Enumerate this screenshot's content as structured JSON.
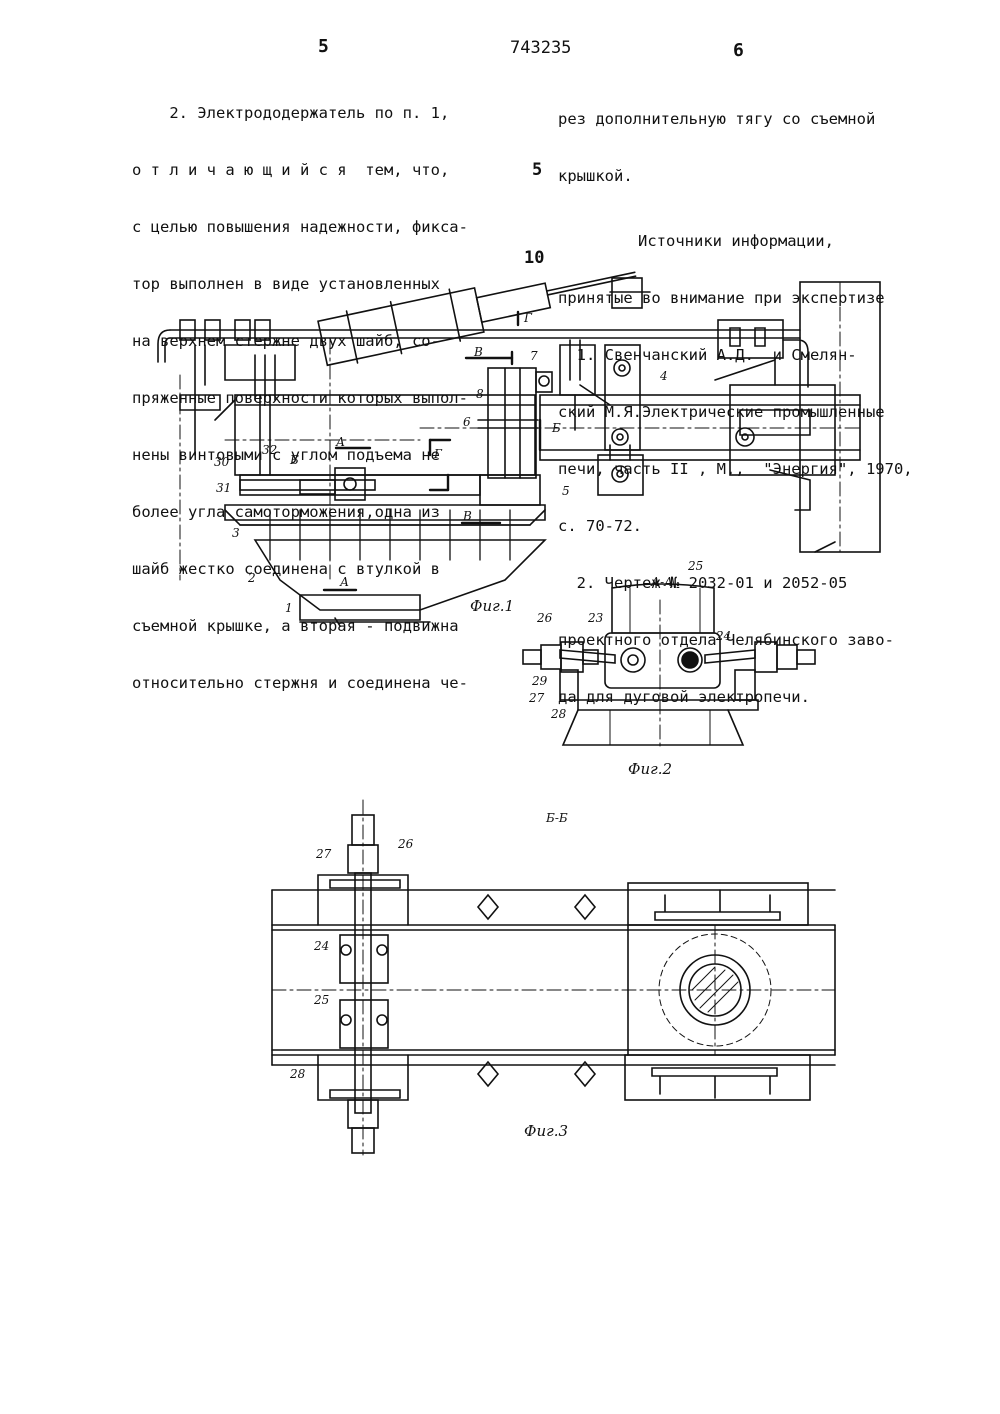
{
  "header": {
    "left_page": "5",
    "patent_number": "743235",
    "right_page": "6"
  },
  "left_column": [
    "    2. Электрододержатель по п. 1,",
    "о т л и ч а ю щ и й с я  тем, что,",
    "с целью повышения надежности, фикса-",
    "тор выполнен в виде установленных",
    "на верхнем стержне двух шайб, со-",
    "пряженные поверхности которых выпол-",
    "нены винтовыми с углом подъема не",
    "более угла самоторможения,одна из",
    "шайб жестко соединена с втулкой в",
    "съемной крышке, а вторая - подвижна",
    "относительно стержня и соединена че-"
  ],
  "right_column": {
    "lines_top": [
      "рез дополнительную тягу со съемной",
      "крышкой."
    ],
    "sources_heading": [
      "Источники информации,",
      "принятые во внимание при экспертизе"
    ],
    "sources": [
      "  1. Свенчанский А.Д.  и Смелян-",
      "ский М.Я.Электрические промышленные",
      "печи, часть II , М.,  \"Энергия\", 1970,",
      "с. 70-72.",
      "  2. Чертеж № 2032-01 и 2052-05",
      "проектного отдела Челябинского заво-",
      "да для дуговой электропечи."
    ]
  },
  "margin_numbers": [
    "5",
    "10"
  ],
  "figures": {
    "fig1": {
      "caption": "Фиг.1",
      "labels": [
        "1",
        "2",
        "3",
        "4",
        "5",
        "6",
        "7",
        "8",
        "30",
        "31",
        "32",
        "А",
        "А",
        "Б",
        "Б",
        "В",
        "В",
        "Г",
        "Г"
      ]
    },
    "fig2": {
      "caption": "Фиг.2",
      "section": "А-А",
      "labels": [
        "23",
        "24",
        "25",
        "26",
        "27",
        "28",
        "29"
      ]
    },
    "fig3": {
      "caption": "Фиг.3",
      "section": "Б-Б",
      "labels": [
        "24",
        "25",
        "26",
        "27",
        "28"
      ]
    }
  }
}
